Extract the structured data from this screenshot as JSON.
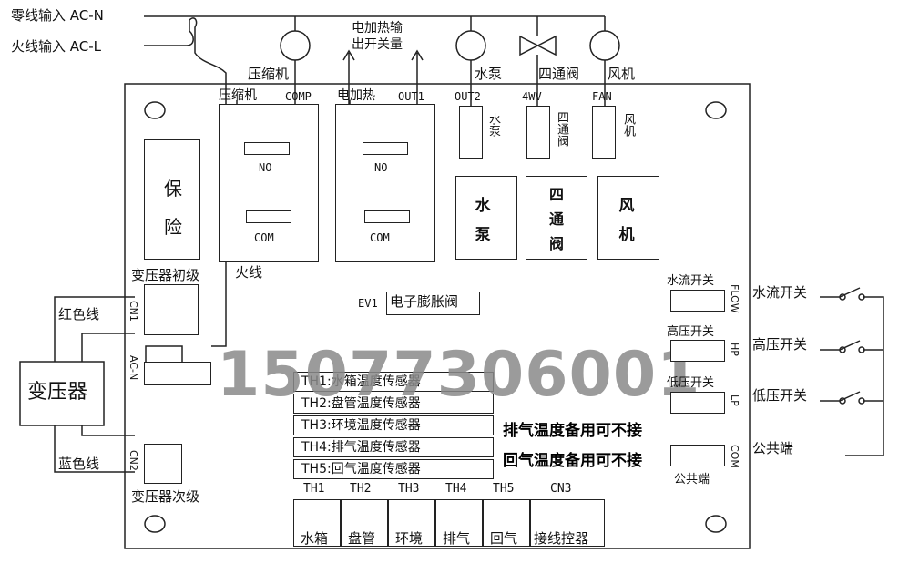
{
  "inputs": {
    "neutral": "零线输入 AC-N",
    "live": "火线输入 AC-L"
  },
  "top": {
    "heater_output": "电加热输\n出开关量",
    "compressor_motor": "压缩机",
    "water_pump_motor": "水泵",
    "four_way_valve": "四通阀",
    "fan_motor": "风机"
  },
  "terminals": {
    "comp_cn": "压缩机",
    "comp_code": "COMP",
    "heat_cn": "电加热",
    "heat_code": "OUT1",
    "pump_code": "OUT2",
    "valve_code": "4WV",
    "fan_code": "FAN",
    "no": "NO",
    "com": "COM",
    "pump_small": "水泵",
    "valve_small": "四通阀",
    "fan_small": "风机"
  },
  "blocks": {
    "fuse": "保险",
    "pump": "水泵",
    "valve": "四通阀",
    "fan": "风机"
  },
  "labels": {
    "live_wire": "火线",
    "transformer_primary": "变压器初级",
    "transformer_secondary": "变压器次级",
    "transformer": "变压器",
    "red_wire": "红色线",
    "blue_wire": "蓝色线",
    "cn1": "CN1",
    "cn2": "CN2",
    "acn": "AC-N",
    "ev1": "EV1",
    "expansion_valve": "电子膨胀阀"
  },
  "watermark": "15077306001",
  "sensors": [
    "TH1:水箱温度传感器",
    "TH2:盘管温度传感器",
    "TH3:环境温度传感器",
    "TH4:排气温度传感器",
    "TH5:回气温度传感器"
  ],
  "notes": {
    "exhaust": "排气温度备用可不接",
    "return": "回气温度备用可不接"
  },
  "switches": {
    "flow_label": "水流开关",
    "flow_code": "FLOW",
    "hp_label": "高压开关",
    "hp_code": "HP",
    "lp_label": "低压开关",
    "lp_code": "LP",
    "com_label": "公共端",
    "com_code": "COM",
    "ext_flow": "水流开关",
    "ext_hp": "高压开关",
    "ext_lp": "低压开关",
    "ext_com": "公共端"
  },
  "bottom": {
    "headers": [
      "TH1",
      "TH2",
      "TH3",
      "TH4",
      "TH5",
      "CN3"
    ],
    "names": [
      "水箱",
      "盘管",
      "环境",
      "排气",
      "回气",
      "接线控器"
    ]
  }
}
